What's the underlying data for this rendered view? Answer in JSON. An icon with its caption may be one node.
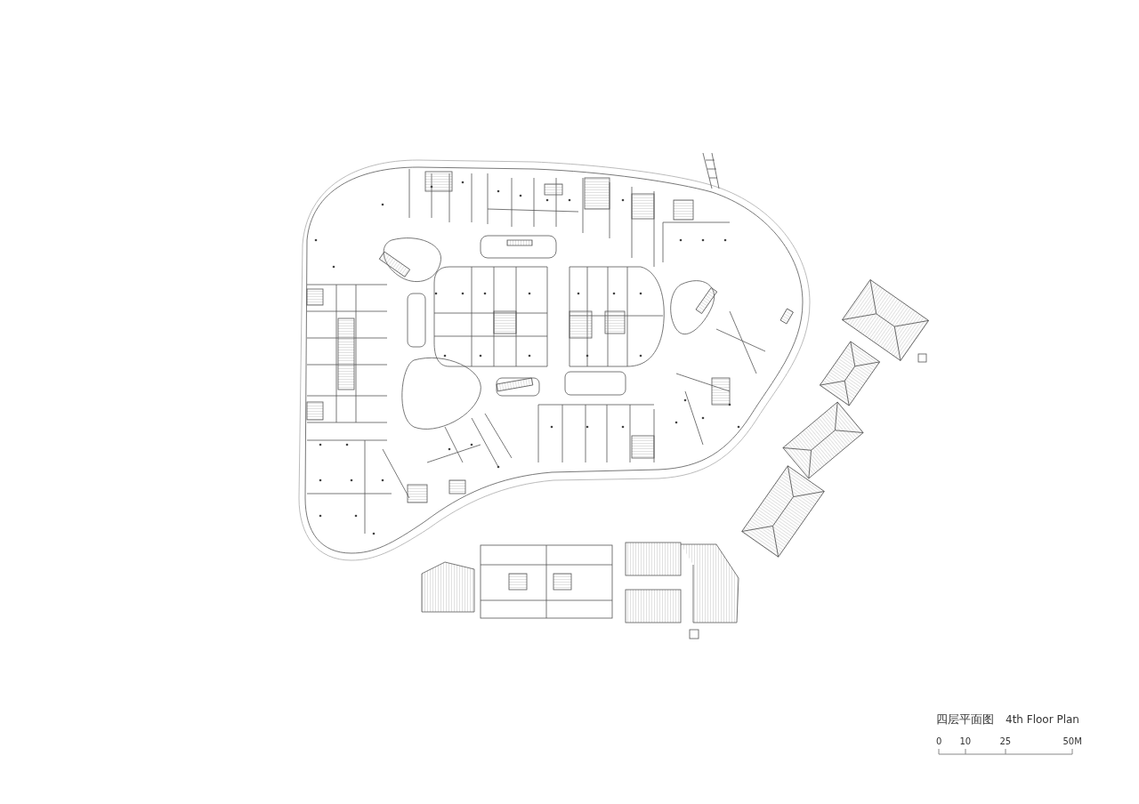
{
  "diagram": {
    "title": "四层平面图",
    "labels": [
      "4th Floor Plan",
      "0",
      "10",
      "25",
      "50M"
    ]
  }
}
